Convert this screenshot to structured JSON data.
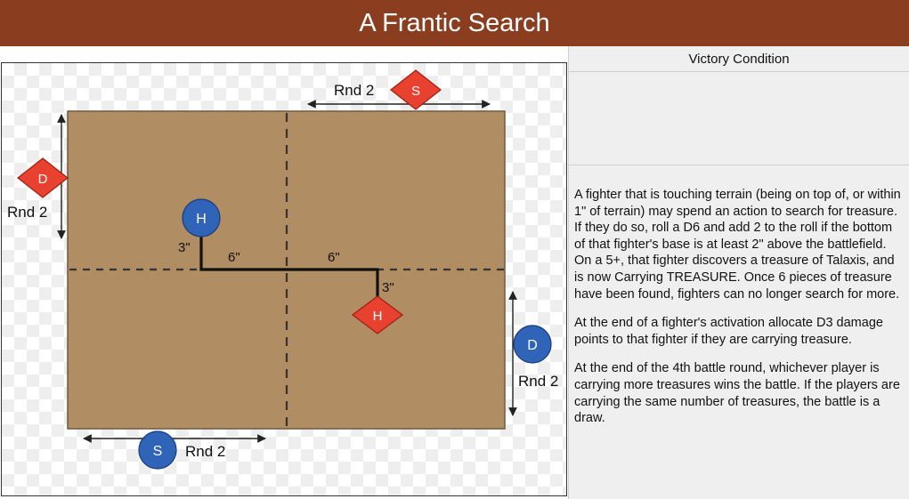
{
  "title": "A Frantic Search",
  "map": {
    "labels": {
      "rnd2_top": "Rnd 2",
      "rnd2_left": "Rnd 2",
      "rnd2_right": "Rnd 2",
      "rnd2_bottom": "Rnd 2",
      "dist_3_a": "3\"",
      "dist_6_a": "6\"",
      "dist_6_b": "6\"",
      "dist_3_b": "3\""
    },
    "markers": {
      "s_red": "S",
      "d_red": "D",
      "h_blue": "H",
      "h_red": "H",
      "d_blue": "D",
      "s_blue": "S"
    },
    "colors": {
      "terrain": "#b08d62",
      "red": "#e8412f",
      "blue": "#2f64b8"
    }
  },
  "panel": {
    "header": "Victory Condition",
    "paragraphs": [
      "A fighter that is touching terrain (being on top of, or within 1\" of terrain) may spend an action to search for treasure. If they do so, roll a D6 and add 2 to the roll if the bottom of that fighter's base is at least 2\" above the battlefield. On a 5+, that fighter discovers a treasure of Talaxis, and is now Carrying TREASURE. Once 6 pieces of treasure have been found, fighters can no longer search for more.",
      "At the end of a fighter's activation allocate D3 damage points to that fighter if they are carrying treasure.",
      "At the end of the 4th battle round, whichever player is carrying more treasures wins the battle. If the players are carrying the same number of treasures, the battle is a draw."
    ]
  }
}
